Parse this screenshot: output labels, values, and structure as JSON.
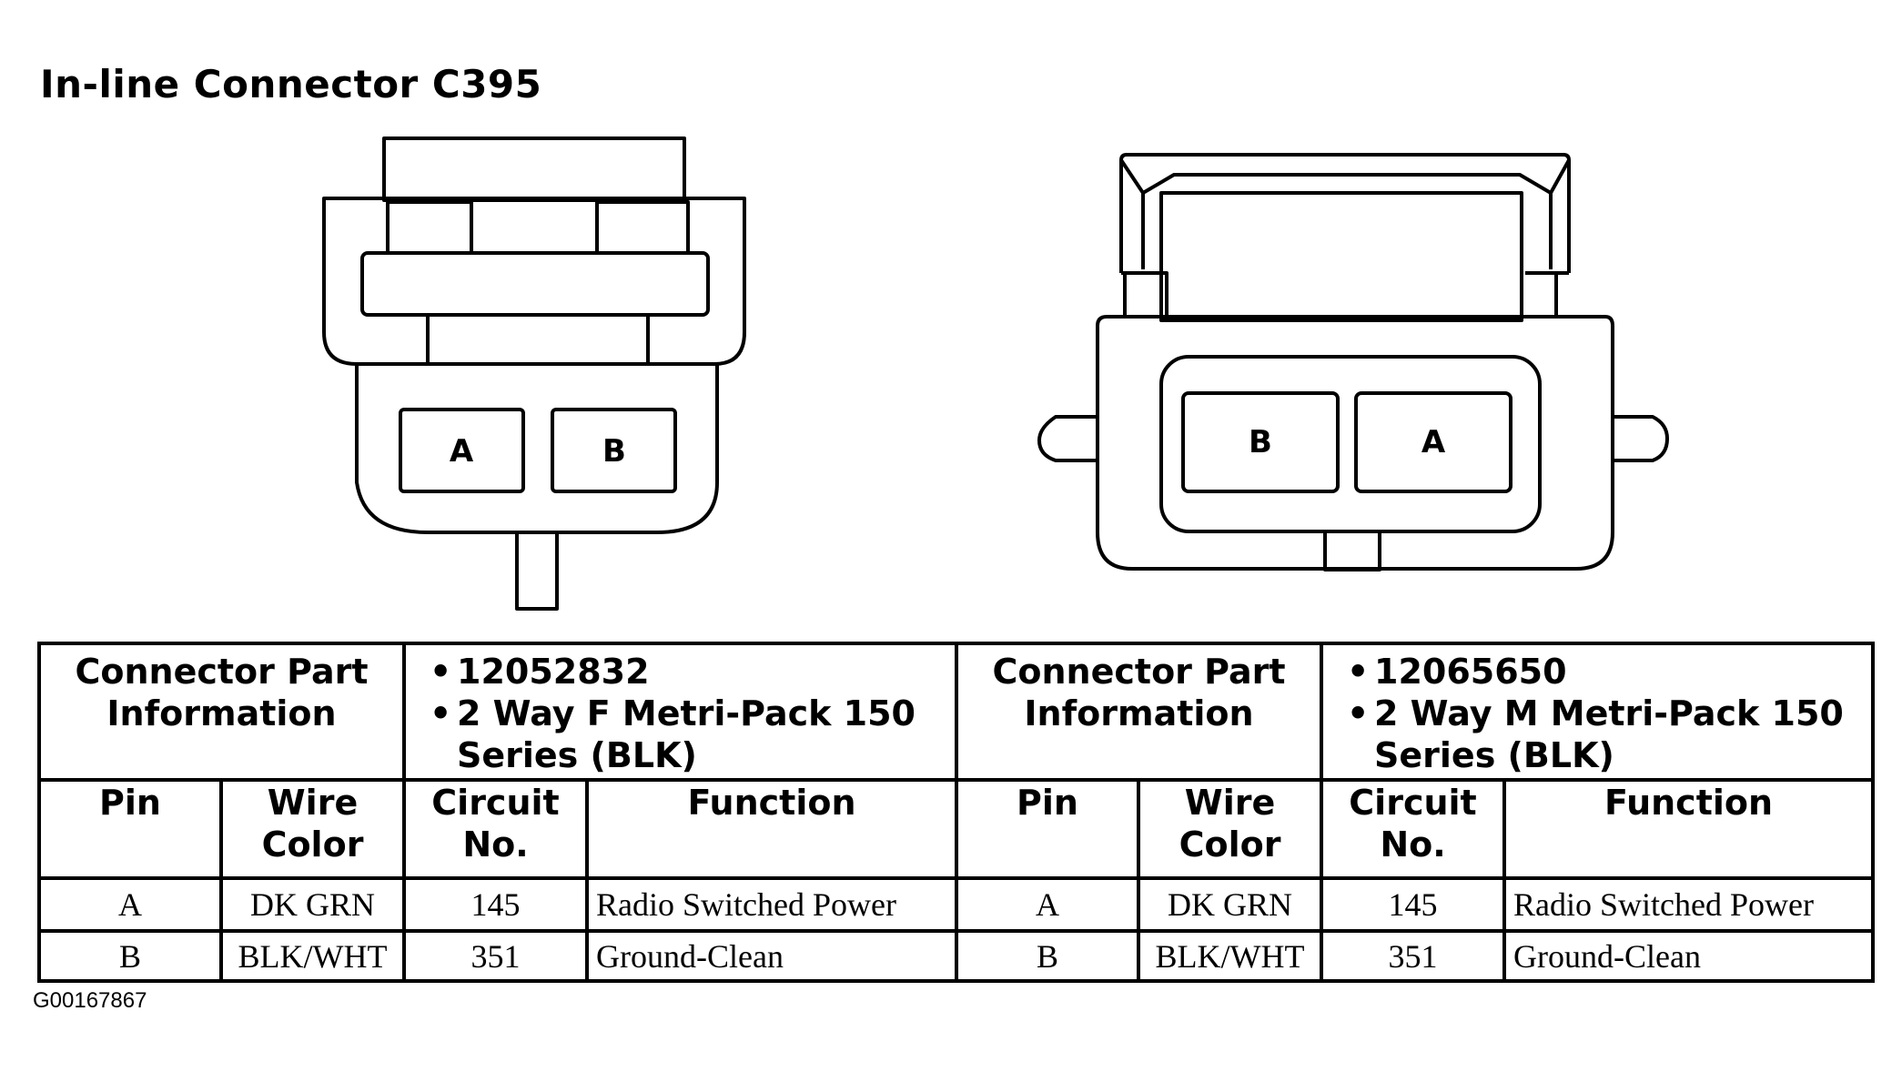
{
  "title": "In-line Connector C395",
  "figure_id": "G00167867",
  "connectors": [
    {
      "part_header": "Connector Part Information",
      "part_number": "12052832",
      "part_desc_line1": "2 Way F Metri-Pack 150",
      "part_desc_line2": "Series (BLK)",
      "diagram_pins": [
        "A",
        "B"
      ]
    },
    {
      "part_header": "Connector Part Information",
      "part_number": "12065650",
      "part_desc_line1": "2 Way M Metri-Pack 150",
      "part_desc_line2": "Series (BLK)",
      "diagram_pins": [
        "B",
        "A"
      ]
    }
  ],
  "columns": {
    "pin": "Pin",
    "wire_color": "Wire Color",
    "circuit": "Circuit No.",
    "function": "Function"
  },
  "rows": [
    {
      "pin": "A",
      "wire_color": "DK GRN",
      "circuit": "145",
      "function": "Radio Switched Power"
    },
    {
      "pin": "B",
      "wire_color": "BLK/WHT",
      "circuit": "351",
      "function": "Ground-Clean"
    }
  ]
}
